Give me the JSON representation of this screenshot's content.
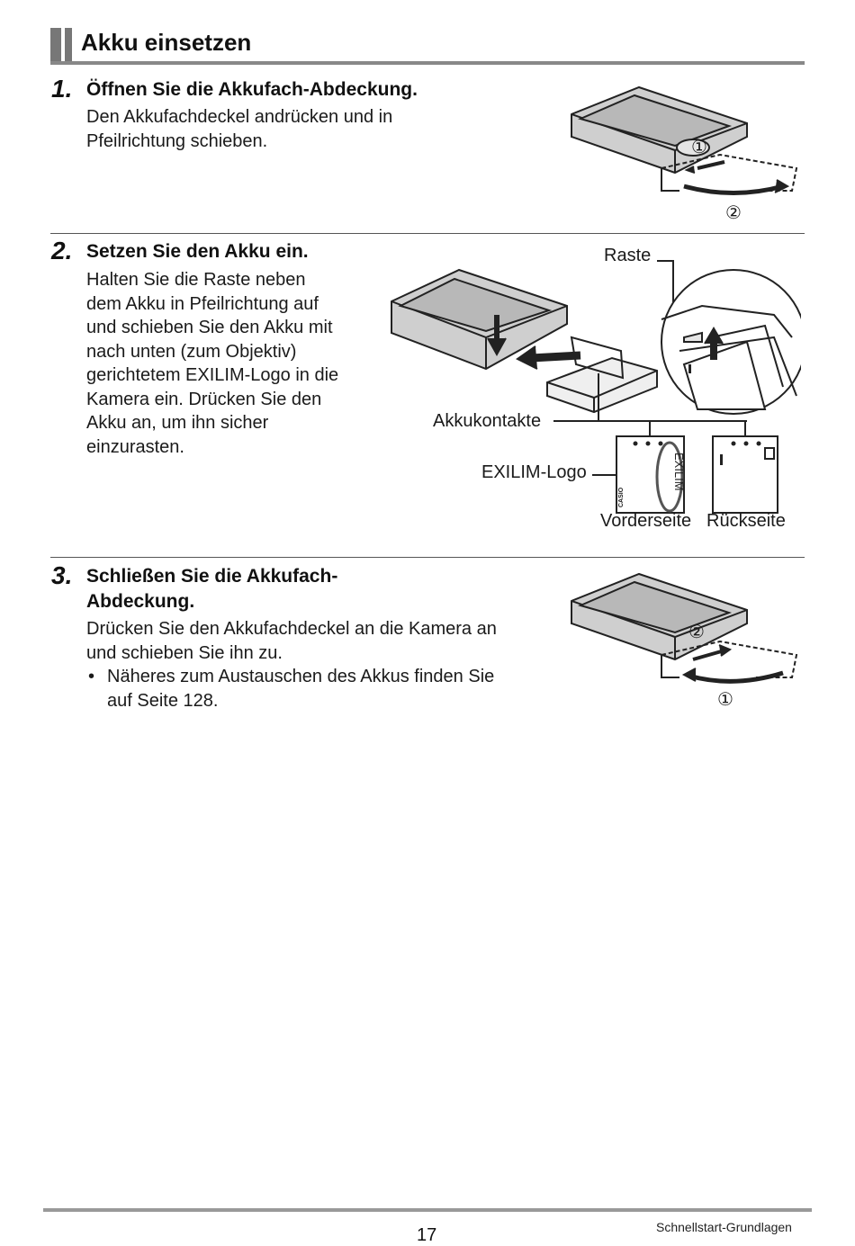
{
  "header": {
    "title": "Akku einsetzen"
  },
  "steps": [
    {
      "number": "1.",
      "title": "Öffnen Sie die Akkufach-Abdeckung.",
      "lines": [
        "Den Akkufachdeckel andrücken und in",
        "Pfeilrichtung schieben."
      ],
      "marks": [
        "①",
        "②"
      ]
    },
    {
      "number": "2.",
      "title": "Setzen Sie den Akku ein.",
      "lines": [
        "Halten Sie die Raste neben",
        "dem Akku in Pfeilrichtung auf",
        "und schieben Sie den Akku mit",
        "nach unten (zum Objektiv)",
        "gerichtetem EXILIM-Logo in die",
        "Kamera ein. Drücken Sie den",
        "Akku an, um ihn sicher",
        "einzurasten."
      ],
      "labels": {
        "raste": "Raste",
        "akkukontakte": "Akkukontakte",
        "exilim_logo": "EXILIM-Logo",
        "vorderseite": "Vorderseite",
        "rueckseite": "Rückseite"
      },
      "battery_text": {
        "brand": "CASIO",
        "logo": "EXILIM"
      }
    },
    {
      "number": "3.",
      "title_lines": [
        "Schließen Sie die Akkufach-",
        "Abdeckung."
      ],
      "lines": [
        "Drücken Sie den Akkufachdeckel an die Kamera an",
        "und schieben Sie ihn zu."
      ],
      "bullet": "•",
      "bullet_lines": [
        "Näheres zum Austauschen des Akkus finden Sie",
        "auf Seite 128."
      ],
      "marks": [
        "②",
        "①"
      ]
    }
  ],
  "footer": {
    "page_number": "17",
    "section": "Schnellstart-Grundlagen"
  }
}
